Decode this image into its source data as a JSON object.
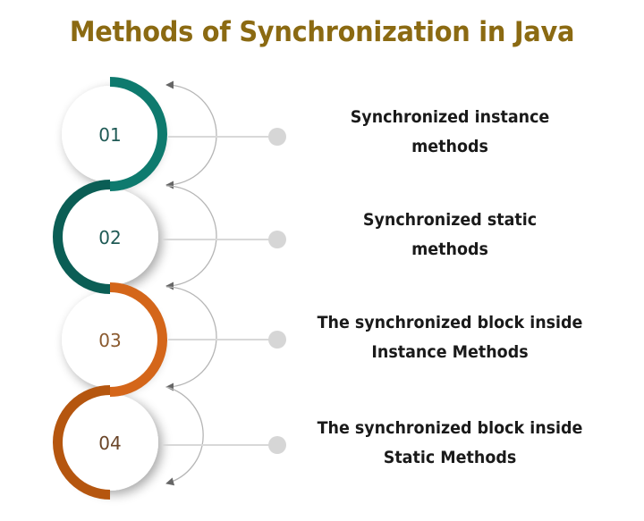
{
  "title": "Methods of Synchronization in Java",
  "colors": {
    "title": "#8b6a12",
    "teal": "#0e7a6e",
    "teal_dark": "#0b5e55",
    "orange": "#d4661a",
    "orange_dark": "#b5560f",
    "connector": "#d4d4d4",
    "label_text": "#1a1a1a"
  },
  "steps": [
    {
      "number": "01",
      "label_line1": "Synchronized instance",
      "label_line2": "methods",
      "color": "#0e7a6e",
      "number_color": "#1f5a55"
    },
    {
      "number": "02",
      "label_line1": "Synchronized static",
      "label_line2": "methods",
      "color": "#0b5e55",
      "number_color": "#1f5a55"
    },
    {
      "number": "03",
      "label_line1": "The synchronized block inside",
      "label_line2": "Instance Methods",
      "color": "#d4661a",
      "number_color": "#8a5a2f"
    },
    {
      "number": "04",
      "label_line1": "The synchronized block inside",
      "label_line2": "Static Methods",
      "color": "#b5560f",
      "number_color": "#6a4528"
    }
  ]
}
